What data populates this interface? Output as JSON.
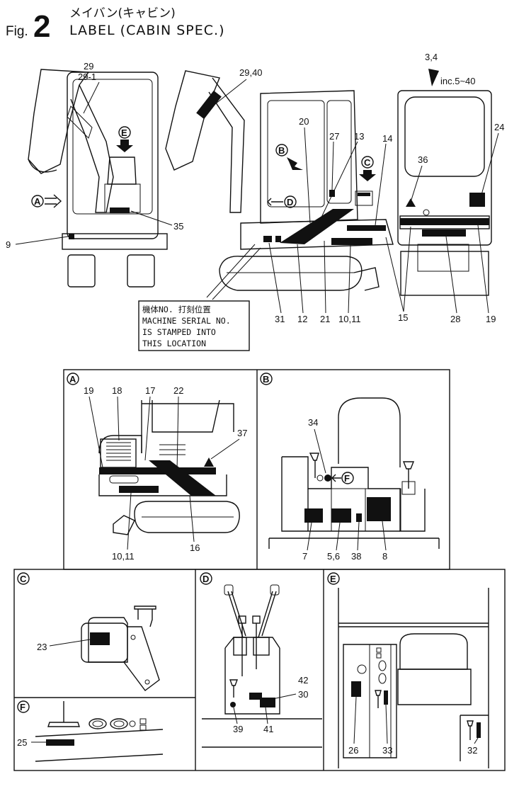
{
  "header": {
    "fig_prefix": "Fig.",
    "fig_number": "2",
    "title_jp": "メイバン(キャビン)",
    "title_en": "LABEL (CABIN SPEC.)"
  },
  "serial_note": {
    "line1": "機体NO. 打刻位置",
    "line2": "MACHINE SERIAL NO.",
    "line3": "IS STAMPED INTO",
    "line4": "THIS LOCATION"
  },
  "view_markers": [
    "A",
    "B",
    "C",
    "D",
    "E",
    "F"
  ],
  "top_callouts": {
    "c29": "29",
    "c29_1": "29-1",
    "c29_40": "29,40",
    "c3_4": "3,4",
    "inc": "inc.5~40",
    "c24": "24",
    "c36": "36",
    "c20": "20",
    "c27": "27",
    "c13": "13",
    "c14": "14",
    "c35": "35",
    "c9": "9",
    "c31": "31",
    "c12": "12",
    "c21": "21",
    "c10_11": "10,11",
    "c15": "15",
    "c28": "28",
    "c19": "19"
  },
  "panel_a": {
    "letter": "A",
    "c19": "19",
    "c18": "18",
    "c17": "17",
    "c22": "22",
    "c37": "37",
    "c10_11": "10,11",
    "c16": "16"
  },
  "panel_b": {
    "letter": "B",
    "c34": "34",
    "c7": "7",
    "c5_6": "5,6",
    "c38": "38",
    "c8": "8",
    "marker": "F"
  },
  "panel_c": {
    "letter": "C",
    "c23": "23"
  },
  "panel_d": {
    "letter": "D",
    "c42": "42",
    "c30": "30",
    "c39": "39",
    "c41": "41"
  },
  "panel_e": {
    "letter": "E",
    "c26": "26",
    "c33": "33",
    "c32": "32"
  },
  "panel_f": {
    "letter": "F",
    "c25": "25"
  },
  "colors": {
    "ink": "#111111",
    "paper": "#ffffff"
  }
}
